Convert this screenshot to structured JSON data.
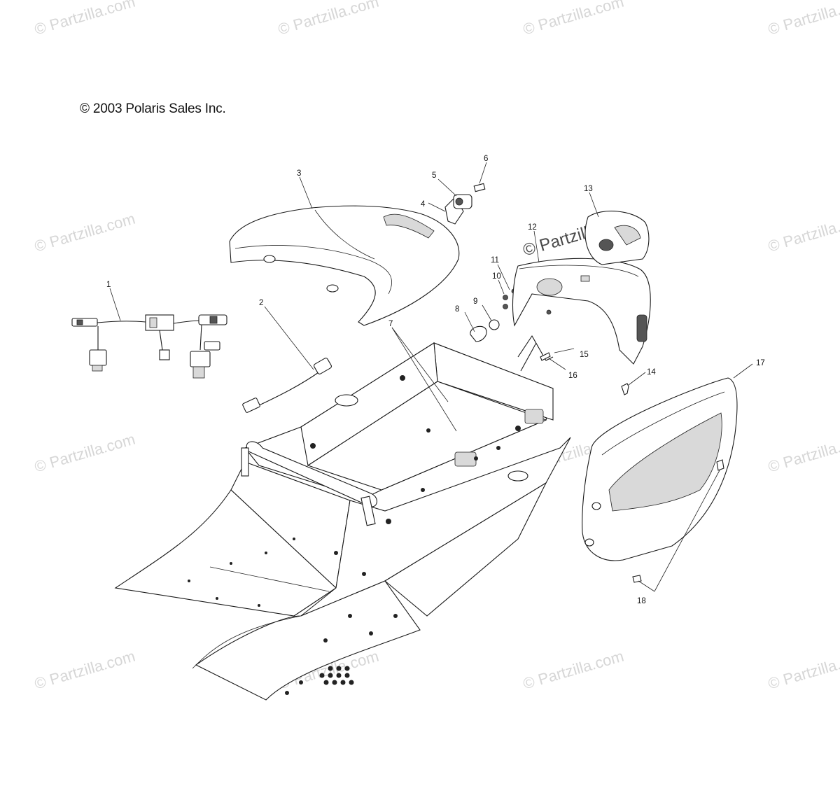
{
  "diagram": {
    "copyright": "© 2003 Polaris Sales Inc.",
    "watermark_text": "© Partzilla.com",
    "callouts": [
      "1",
      "2",
      "3",
      "4",
      "5",
      "6",
      "7",
      "8",
      "9",
      "10",
      "11",
      "12",
      "13",
      "14",
      "15",
      "16",
      "17",
      "18"
    ]
  }
}
